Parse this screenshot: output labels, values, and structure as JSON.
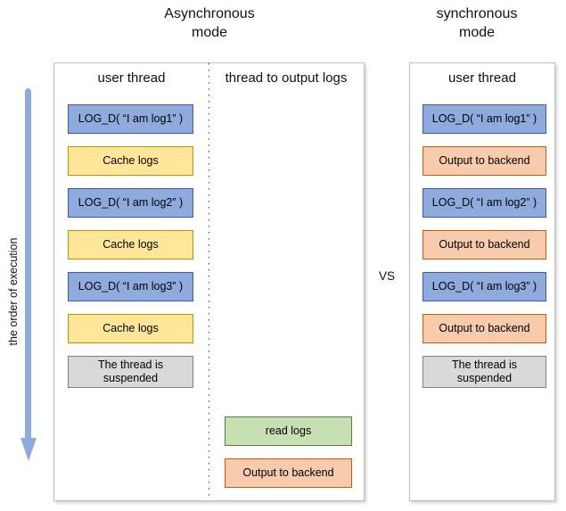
{
  "diagram": {
    "left_title": {
      "lines": [
        "Asynchronous",
        "mode"
      ]
    },
    "right_title": {
      "lines": [
        "synchronous",
        "mode"
      ]
    },
    "vs_label": "VS",
    "execution_axis_label": "the order of execution"
  },
  "async_panel": {
    "user_thread_header": "user thread",
    "output_thread_header": "thread to output logs",
    "user_thread_boxes": [
      {
        "label": "LOG_D( “I am log1” )",
        "type": "log-call"
      },
      {
        "label": "Cache logs",
        "type": "cache"
      },
      {
        "label": "LOG_D( “I am log2” )",
        "type": "log-call"
      },
      {
        "label": "Cache logs",
        "type": "cache"
      },
      {
        "label": "LOG_D( “I am log3” )",
        "type": "log-call"
      },
      {
        "label": "Cache logs",
        "type": "cache"
      },
      {
        "label": "The thread is\nsuspended",
        "type": "suspended"
      }
    ],
    "output_thread_boxes": [
      {
        "label": "read logs",
        "type": "read"
      },
      {
        "label": "Output to backend",
        "type": "output"
      }
    ]
  },
  "sync_panel": {
    "user_thread_header": "user thread",
    "boxes": [
      {
        "label": "LOG_D( “I am log1” )",
        "type": "log-call"
      },
      {
        "label": "Output to backend",
        "type": "output"
      },
      {
        "label": "LOG_D( “I am log2” )",
        "type": "log-call"
      },
      {
        "label": "Output to backend",
        "type": "output"
      },
      {
        "label": "LOG_D( “I am log3” )",
        "type": "log-call"
      },
      {
        "label": "Output to backend",
        "type": "output"
      },
      {
        "label": "The thread is\nsuspended",
        "type": "suspended"
      }
    ]
  },
  "colors": {
    "log_call_fill": "#8FAADC",
    "log_call_border": "#3B5BA5",
    "cache_fill": "#FFE699",
    "cache_border": "#BF9000",
    "output_fill": "#F8CBAD",
    "output_border": "#C55A11",
    "suspended_fill": "#D9D9D9",
    "suspended_border": "#808080",
    "read_fill": "#C6E0B4",
    "read_border": "#538135",
    "execution_arrow": "#8FAADC"
  }
}
